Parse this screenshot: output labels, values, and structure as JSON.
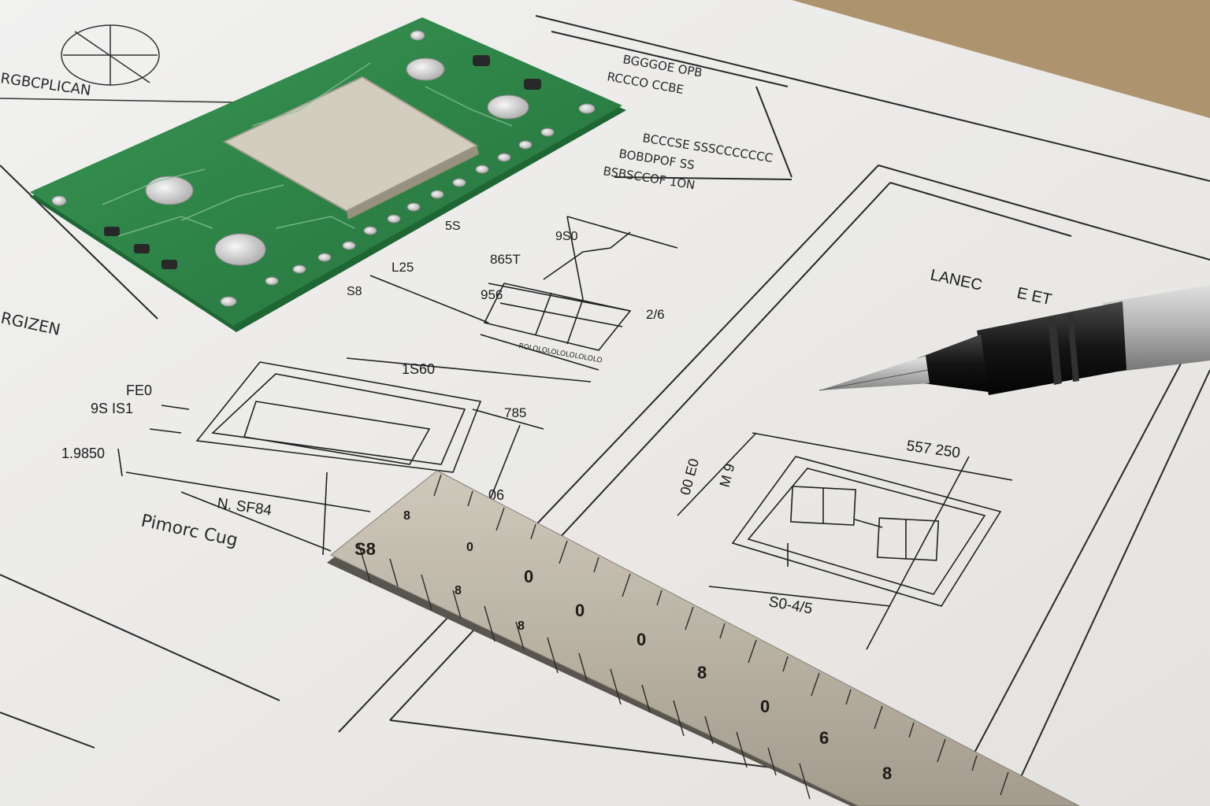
{
  "drawing_labels": {
    "hdr_a": "RGBCPLICAN",
    "hdr_b": "BGGGOE OPB",
    "hdr_c": "RCCCO CCBE",
    "spec_a": "BCCCSE SSSCCCCCCC",
    "spec_b": "BOBDPOF SS",
    "spec_c": "BSBSCCOF 1ON",
    "rgizen": "RGIZEN",
    "d1": "5S",
    "d2": "9S0",
    "d3": "865T",
    "d4": "L25",
    "d5": "S8",
    "d6": "956",
    "d7": "2/6",
    "d8": "ROLOLOLOLOLOLOLOLO",
    "d9": "1S60",
    "d10": "785",
    "d11": "FE0",
    "d12": "9S IS1",
    "d13": "1.9850",
    "d14": "N. SF84",
    "d15": "Pimorc Cug",
    "d16": "06",
    "d17": "LANEC",
    "d18": "E ET",
    "d19": "557 250",
    "d20": "00 E0",
    "d21": "M 9",
    "d22": "S0-4/5",
    "ruler_nums": [
      "S8",
      "8",
      "0",
      "0",
      "8",
      "0",
      "8",
      "0",
      "8",
      "0",
      "6",
      "8"
    ]
  },
  "colors": {
    "pcb_green": "#2f8a4a",
    "pcb_edge": "#1f6a35",
    "paper": "#f6f6f4",
    "table_wood": "#b89c78",
    "ruler_metal": "#c9c2b4",
    "pen_black": "#1a1a1a",
    "pen_silver": "#b8b8b8",
    "ink": "#222222"
  }
}
